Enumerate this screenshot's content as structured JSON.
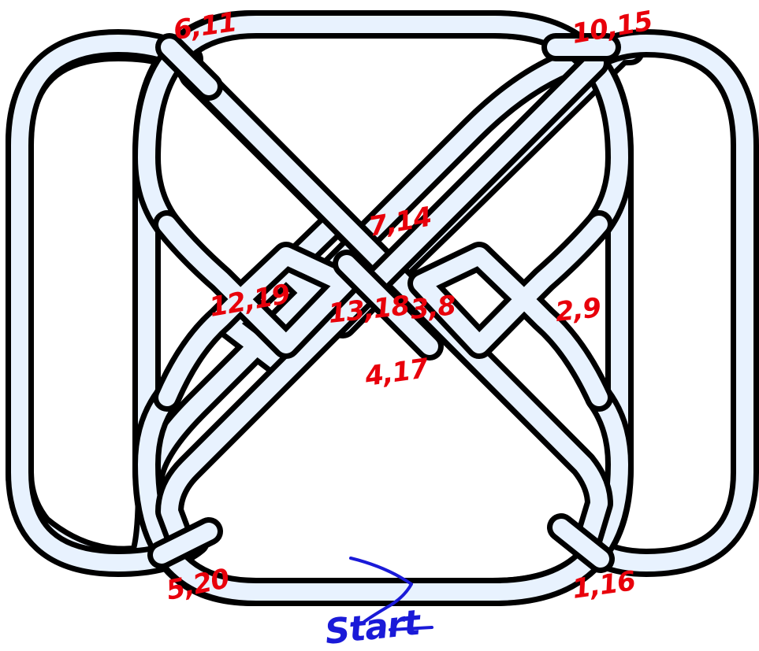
{
  "colors": {
    "band_fill": "#e8f2fe",
    "band_outline": "#000000",
    "crossing_labels": "#e8000b",
    "start_annotation": "#1a1ad8",
    "background": "#ffffff"
  },
  "crossing_labels": [
    "6,11",
    "10,15",
    "7,14",
    "12,19",
    "13,18",
    "3,8",
    "2,9",
    "4,17",
    "5,20",
    "1,16"
  ],
  "start_label": "Start",
  "start_arrow_icon": "hand-drawn-arrow"
}
